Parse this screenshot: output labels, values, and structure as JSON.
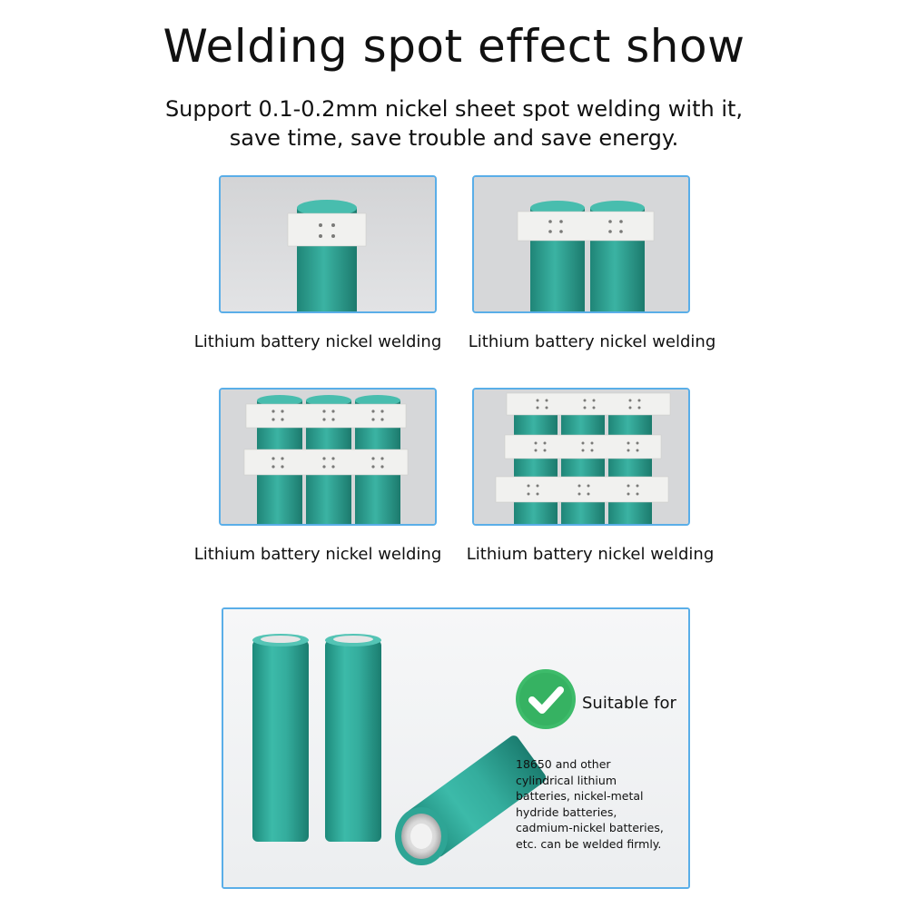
{
  "header": {
    "title": "Welding spot effect show",
    "subtitle_line1": "Support 0.1-0.2mm nickel sheet spot welding with it,",
    "subtitle_line2": "save time, save trouble and save energy."
  },
  "gallery": {
    "captions": [
      "Lithium battery nickel welding",
      "Lithium battery nickel welding",
      "Lithium battery nickel welding",
      "Lithium battery nickel welding"
    ]
  },
  "suitable": {
    "label": "Suitable for",
    "description_lines": [
      "18650 and other",
      "cylindrical lithium",
      "batteries, nickel-metal",
      "hydride batteries,",
      "cadmium-nickel batteries,",
      "etc. can be welded firmly."
    ]
  },
  "colors": {
    "accent_border": "#5aaee8",
    "battery_teal": "#2fa898",
    "check_green": "#3dbb6a"
  }
}
